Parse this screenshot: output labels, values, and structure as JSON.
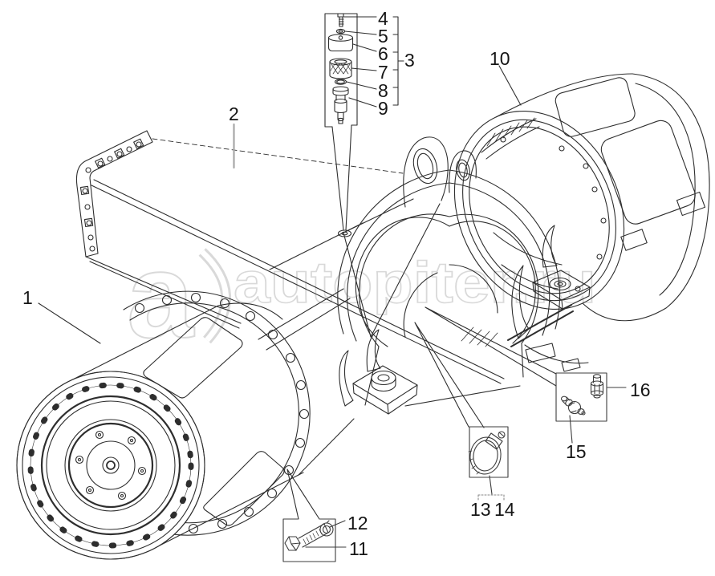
{
  "watermark": {
    "logo_text": "a",
    "site_text": "autopiter.ru",
    "color": "#d9d9d9"
  },
  "callouts": [
    "1",
    "2",
    "3",
    "4",
    "5",
    "6",
    "7",
    "8",
    "9",
    "10",
    "11",
    "12",
    "13",
    "14",
    "15",
    "16"
  ],
  "colors": {
    "line": "#2e2e2e",
    "label_text": "#151515",
    "watermark": "#d9d9d9",
    "callout_box_border": "#3c3c3c",
    "leader_gray": "#a8a8a8",
    "background": "#ffffff"
  }
}
